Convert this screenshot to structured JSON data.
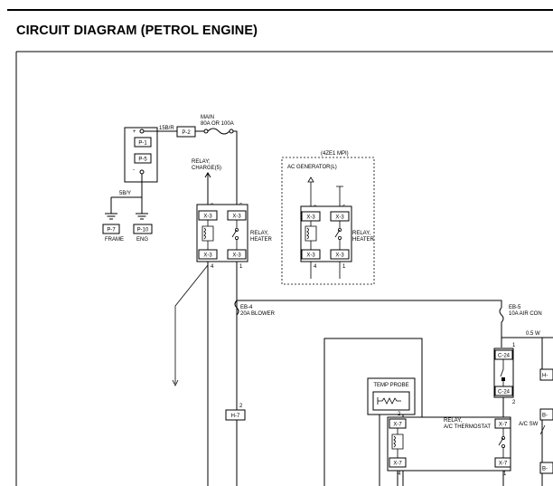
{
  "page": {
    "title": "CIRCUIT DIAGRAM (PETROL ENGINE)"
  },
  "diagram": {
    "battery": {
      "plus": "+",
      "minus": "-",
      "p1": "P-1",
      "p5": "P-5",
      "wire": "15B/R",
      "p2": "P-2"
    },
    "main_fuse": {
      "line1": "MAIN",
      "line2": "80A OR 100A"
    },
    "ground": {
      "wire": "5B/Y",
      "p7": "P-7",
      "p10": "P-10",
      "frame": "FRAME",
      "eng": "ENG"
    },
    "relay_charge": {
      "line1": "RELAY;",
      "line2": "CHARGE(5)"
    },
    "relay_heater": {
      "x3": "X-3",
      "pin2": "2",
      "pin5": "5",
      "pin4": "4",
      "pin1": "1",
      "line1": "RELAY,",
      "line2": "HEATER"
    },
    "mpi": {
      "header": "(4ZE1 MPI)",
      "generator": "AC GENERATOR(L)",
      "x3": "X-3",
      "pin2": "2",
      "pin5": "5",
      "pin4": "4",
      "pin1": "1",
      "line1": "RELAY,",
      "line2": "HEATER"
    },
    "fuse_blower": {
      "line1": "EB-4",
      "line2": "20A BLOWER"
    },
    "fuse_aircon": {
      "line1": "EB-5",
      "line2": "10A AIR CON"
    },
    "wire_05w": "0.5 W",
    "h7": "H-7",
    "h7_pin": "2",
    "c24": "C-24",
    "c24_pin1": "1",
    "c24_pin2": "2",
    "temp_probe": "TEMP PROBE",
    "relay_thermostat": {
      "x7": "X-7",
      "pin2": "2",
      "pin4": "4",
      "pin1": "1",
      "line1": "RELAY,",
      "line2": "A/C THERMOSTAT"
    },
    "ac_sw": "A/C SW",
    "h_cut": "H-",
    "b_cut": "B-"
  }
}
